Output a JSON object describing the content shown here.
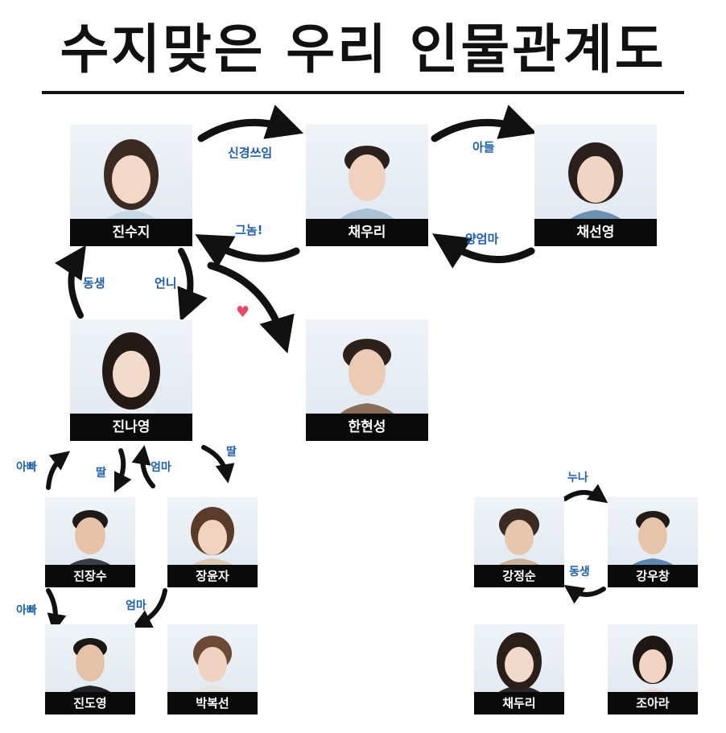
{
  "title": "수지맞은 우리 인물관계도",
  "characters": {
    "jinsuji": "진수지",
    "chaewoori": "채우리",
    "chaeseonyoung": "채선영",
    "jinnayoung": "진나영",
    "hanhyunseong": "한현성",
    "jinjangsu": "진장수",
    "jangyunja": "장윤자",
    "jindoyoung": "진도영",
    "parkbokseon": "박복선",
    "kangjeongsun": "강정순",
    "kangwoochang": "강우창",
    "chaeduri": "채두리",
    "joara": "조아라"
  },
  "relations": {
    "suji_to_woori": "신경쓰임",
    "woori_to_suji": "그놈!",
    "woori_to_seonyoung": "아들",
    "seonyoung_to_woori": "양엄마",
    "nayoung_to_suji": "동생",
    "suji_to_nayoung": "언니",
    "jangsu_to_nayoung": "아빠",
    "nayoung_to_jangsu": "딸",
    "yunja_to_nayoung": "엄마",
    "nayoung_to_yunja": "딸",
    "jangsu_to_doyoung": "아빠",
    "yunja_to_doyoung": "엄마",
    "jeongsun_to_woochang": "누나",
    "woochang_to_jeongsun": "동생"
  },
  "colors": {
    "arrow": "#111111",
    "relation_text": "#1c5fad",
    "heart": "#e84a6a",
    "name_bar": "#0a0a0a"
  },
  "icons": {
    "heart": "♥"
  }
}
